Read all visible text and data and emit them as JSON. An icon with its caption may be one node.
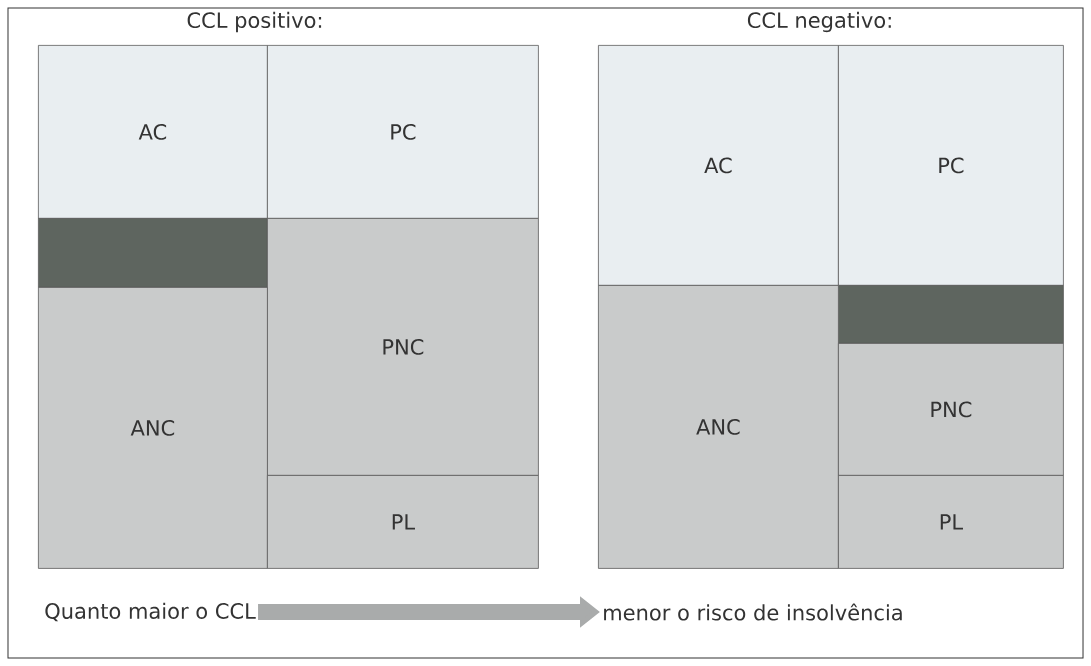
{
  "diagram": {
    "nodes": [
      {
        "text": [
          "AC"
        ]
      },
      {
        "text": [
          "PC"
        ]
      },
      {
        "text": [],
        "shape": "bar"
      },
      {
        "text": [
          "PNC"
        ]
      },
      {
        "text": [
          "ANC"
        ]
      },
      {
        "text": [
          "PL"
        ]
      },
      {
        "text": [
          "AC"
        ]
      },
      {
        "text": [
          "PC"
        ]
      },
      {
        "text": [],
        "shape": "bar"
      },
      {
        "text": [
          "ANC"
        ]
      },
      {
        "text": [
          "PNC"
        ]
      },
      {
        "text": [
          "PL"
        ]
      },
      {
        "text": [
          "Quanto maior o CCL"
        ]
      },
      {
        "text": [
          "menor o risco de insolvência"
        ]
      }
    ],
    "edges": [
      {
        "from": 12,
        "to": 13,
        "arrow": "to"
      }
    ],
    "labels": [
      "CCL positivo:",
      "CCL negativo:"
    ]
  }
}
